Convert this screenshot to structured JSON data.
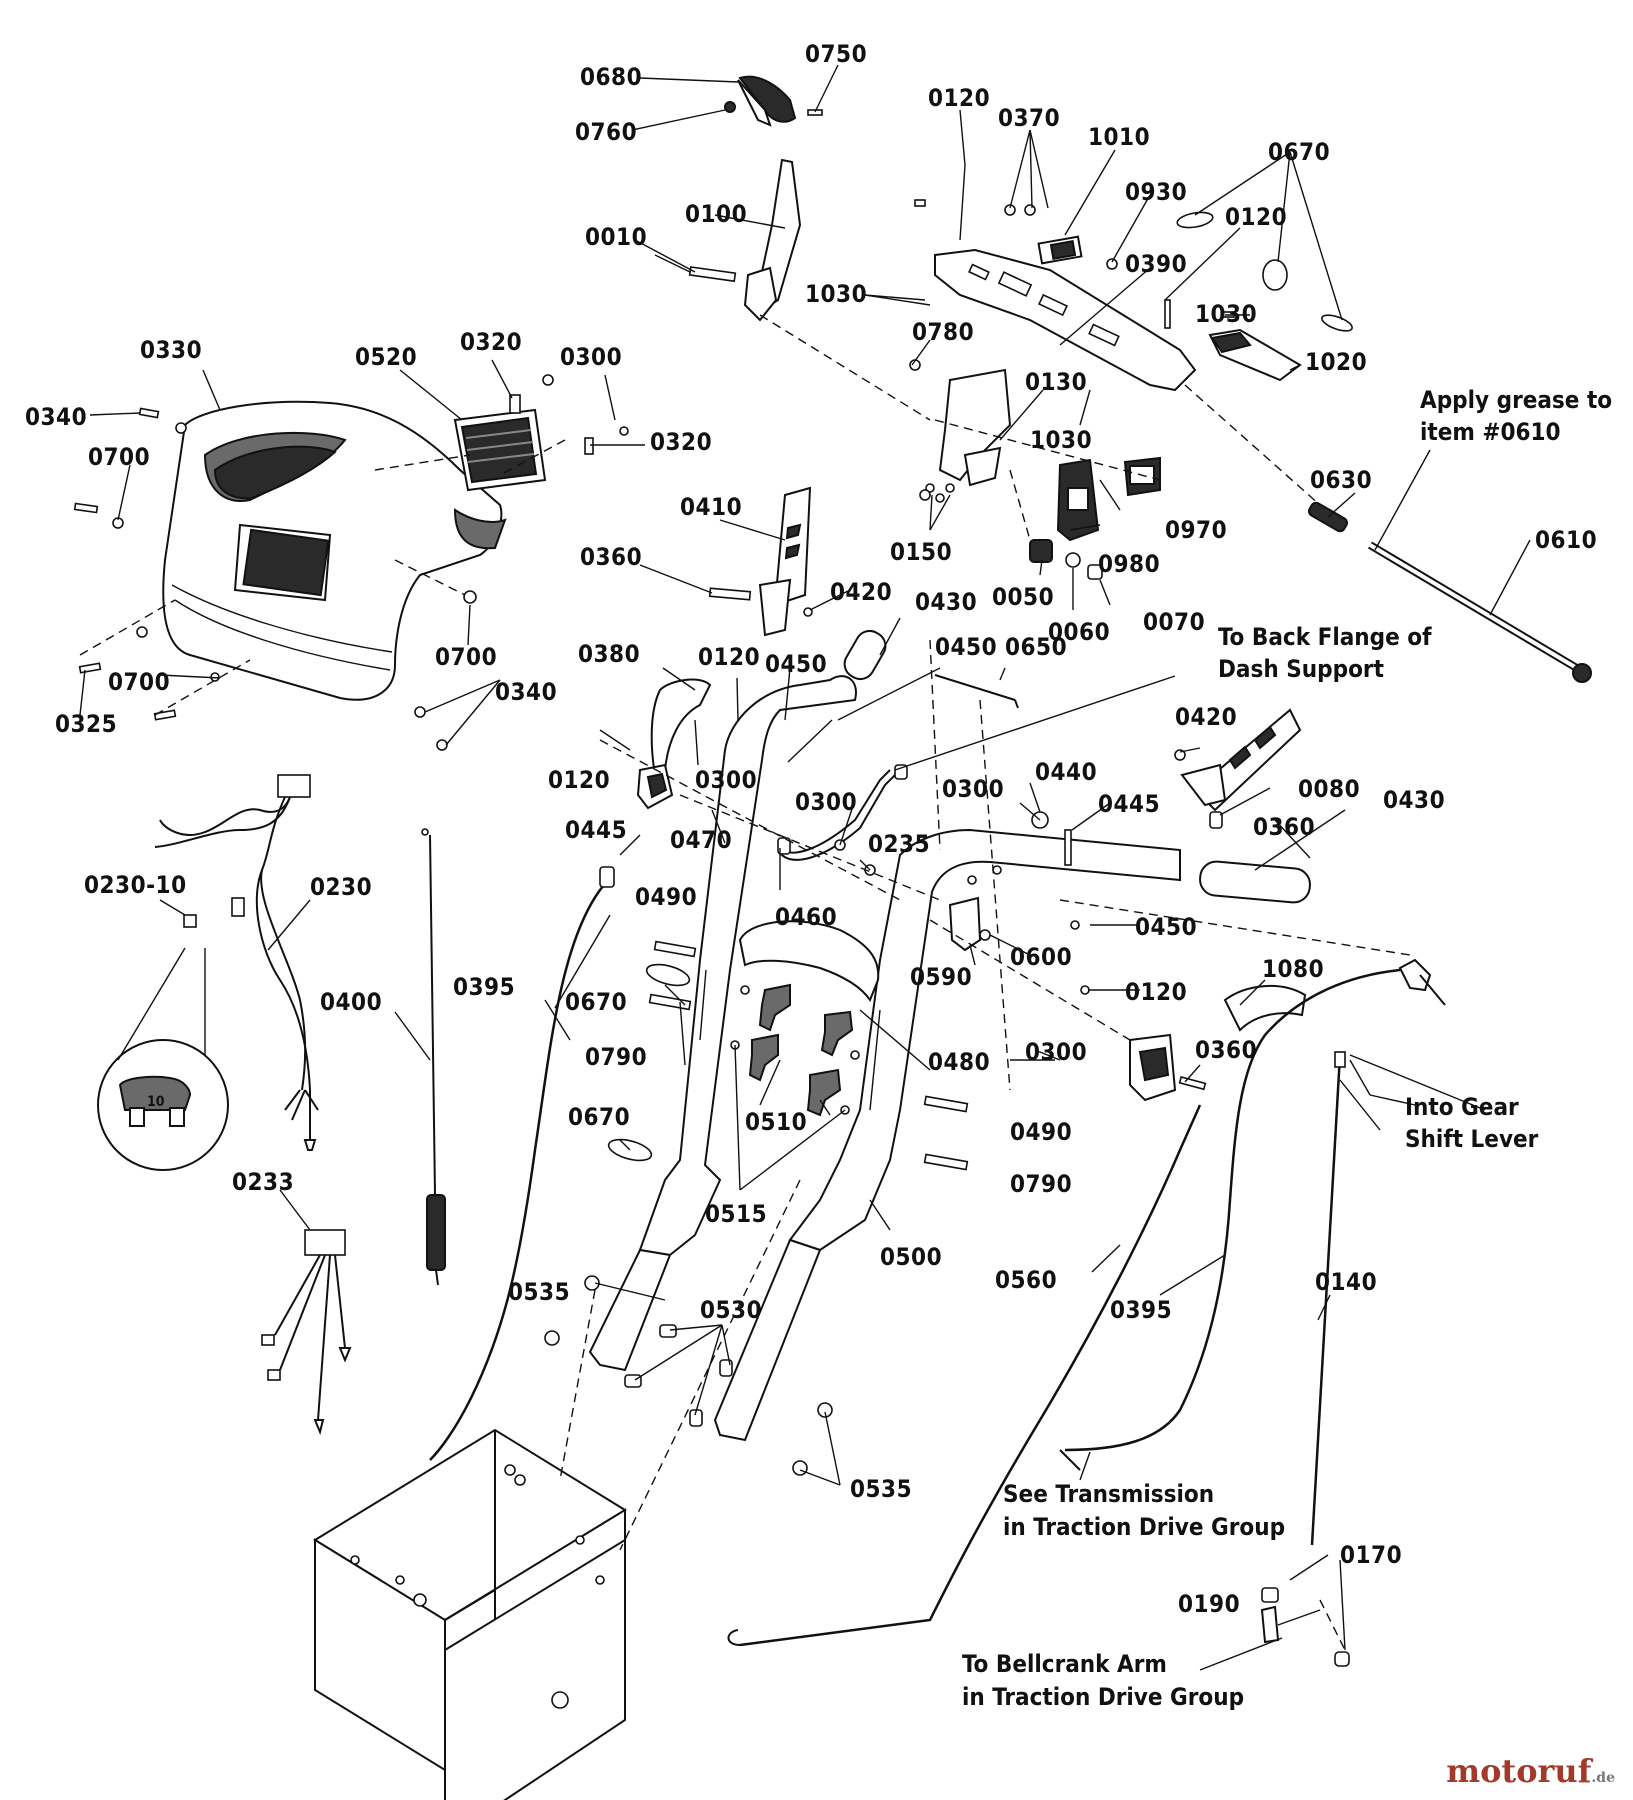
{
  "diagram": {
    "labels": {
      "l0010": "0010",
      "l0050": "0050",
      "l0060": "0060",
      "l0070": "0070",
      "l0080": "0080",
      "l0100": "0100",
      "l0120a": "0120",
      "l0120b": "0120",
      "l0120c": "0120",
      "l0120d": "0120",
      "l0120e": "0120",
      "l0130": "0130",
      "l0140": "0140",
      "l0150": "0150",
      "l0170": "0170",
      "l0190": "0190",
      "l0230": "0230",
      "l0230_10": "0230-10",
      "l0233": "0233",
      "l0235": "0235",
      "l0300a": "0300",
      "l0300b": "0300",
      "l0300c": "0300",
      "l0300d": "0300",
      "l0300e": "0300",
      "l0320a": "0320",
      "l0320b": "0320",
      "l0325": "0325",
      "l0330": "0330",
      "l0340a": "0340",
      "l0340b": "0340",
      "l0360a": "0360",
      "l0360b": "0360",
      "l0360c": "0360",
      "l0370": "0370",
      "l0380": "0380",
      "l0390": "0390",
      "l0395a": "0395",
      "l0395b": "0395",
      "l0400": "0400",
      "l0410": "0410",
      "l0420a": "0420",
      "l0420b": "0420",
      "l0430a": "0430",
      "l0430b": "0430",
      "l0440": "0440",
      "l0445a": "0445",
      "l0445b": "0445",
      "l0450a": "0450",
      "l0450b": "0450",
      "l0450c": "0450",
      "l0460": "0460",
      "l0470": "0470",
      "l0480": "0480",
      "l0490a": "0490",
      "l0490b": "0490",
      "l0500": "0500",
      "l0510": "0510",
      "l0515": "0515",
      "l0520": "0520",
      "l0530": "0530",
      "l0535a": "0535",
      "l0535b": "0535",
      "l0560": "0560",
      "l0590": "0590",
      "l0600": "0600",
      "l0610": "0610",
      "l0630": "0630",
      "l0650": "0650",
      "l0670a": "0670",
      "l0670b": "0670",
      "l0670c": "0670",
      "l0680": "0680",
      "l0700a": "0700",
      "l0700b": "0700",
      "l0700c": "0700",
      "l0750": "0750",
      "l0760": "0760",
      "l0780": "0780",
      "l0790a": "0790",
      "l0790b": "0790",
      "l0930": "0930",
      "l0970": "0970",
      "l0980": "0980",
      "l1010": "1010",
      "l1020": "1020",
      "l1030a": "1030",
      "l1030b": "1030",
      "l1030c": "1030",
      "l1080": "1080"
    },
    "notes": {
      "grease_1": "Apply grease to",
      "grease_2": "item #0610",
      "flange_1": "To Back Flange of",
      "flange_2": "Dash Support",
      "gear_1": "Into Gear",
      "gear_2": "Shift Lever",
      "trans_1": "See Transmission",
      "trans_2": "in Traction Drive Group",
      "bell_1": "To Bellcrank Arm",
      "bell_2": "in Traction Drive Group"
    },
    "fuse_marking": "10"
  },
  "watermark": {
    "brand": "motoruf",
    "tld": ".de"
  }
}
